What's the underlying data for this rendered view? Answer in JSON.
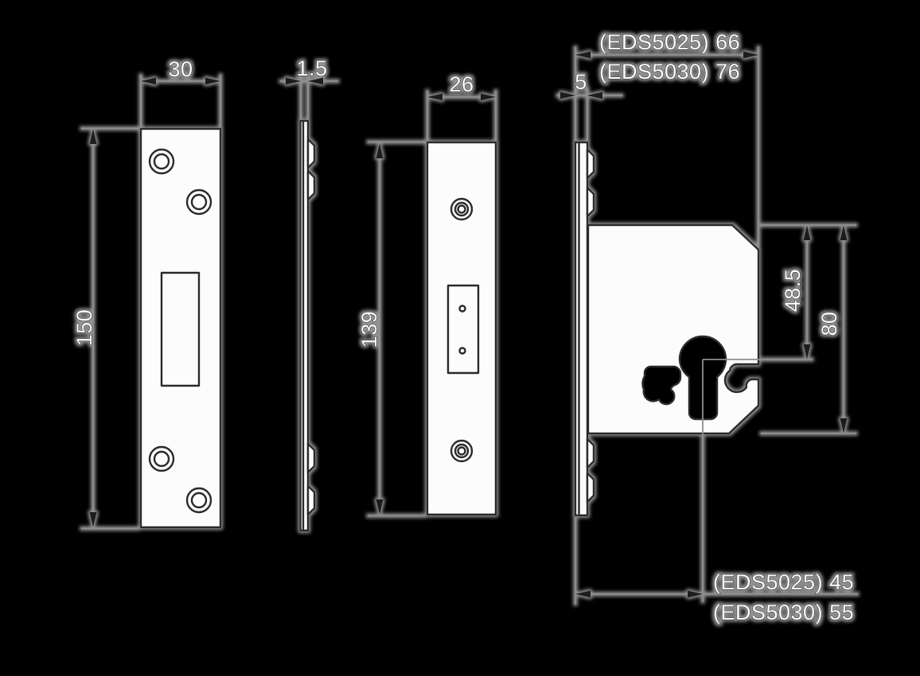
{
  "drawing_title": "mortice-deadlock-dimension-diagram",
  "colors": {
    "background": "#000000",
    "outline": "#2b2b2b",
    "dimension_line": "#8f8f8f",
    "shape_fill": "#fcfcfc",
    "halo": "#b8b8b8",
    "label_fill": "#ffffff",
    "label_outline": "#2e2e2e"
  },
  "views": {
    "strike_front": {
      "width_dim": "30",
      "height_dim": "150"
    },
    "strike_side": {
      "thickness_dim": "1.5"
    },
    "faceplate_front": {
      "width_dim": "26",
      "height_dim": "139"
    },
    "case_side": {
      "faceplate_width_dim": "5",
      "depth_dims": [
        "(EDS5025) 66",
        "(EDS5030) 76"
      ],
      "cylinder_top_dim": "48.5",
      "height_dim": "80",
      "backset_dims": [
        "(EDS5025) 45",
        "(EDS5030) 55"
      ]
    }
  }
}
